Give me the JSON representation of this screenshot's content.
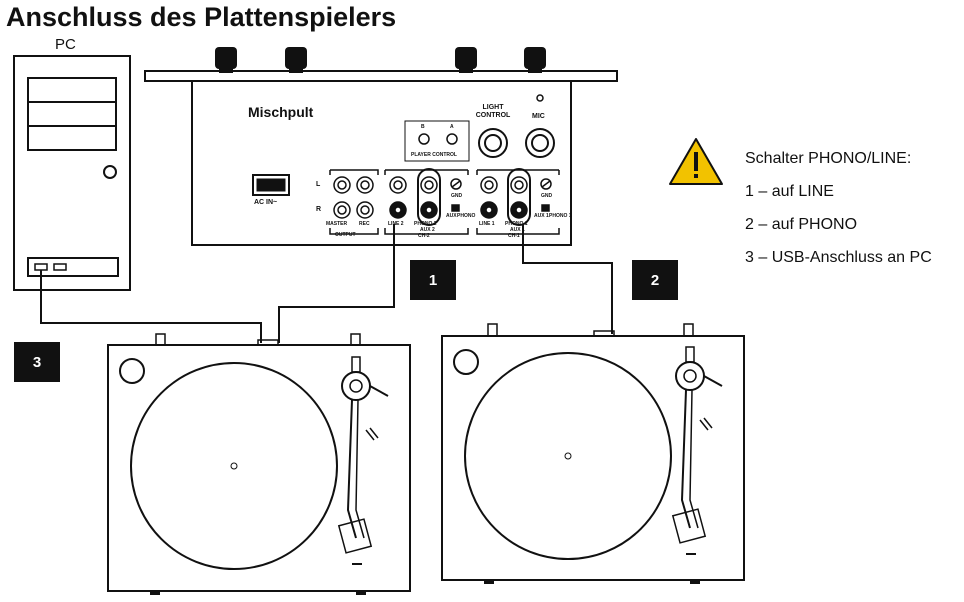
{
  "title": "Anschluss des Plattenspielers",
  "pc": {
    "label": "PC"
  },
  "mixer": {
    "label": "Mischpult",
    "ac_in": "AC IN~",
    "light_control": "LIGHT CONTROL",
    "mic": "MIC",
    "player_control": "PLAYER CONTROL",
    "player_b": "B",
    "player_a": "A",
    "row_l": "L",
    "row_r": "R",
    "master": "MASTER",
    "rec": "REC",
    "output": "OUTPUT",
    "line2": "LINE 2",
    "phono2": "PHONO 2",
    "aux2": "AUX 2",
    "ch2": "CH-2",
    "gnd": "GND",
    "aux_small": "AUX",
    "phono_small": "PHONO",
    "line1": "LINE 1",
    "phono1": "PHONO 1",
    "aux1": "AUX 1",
    "ch1": "CH-1",
    "aux1_small": "AUX 1",
    "phono1_small": "PHONO 1"
  },
  "badges": {
    "one": "1",
    "two": "2",
    "three": "3"
  },
  "legend": {
    "heading": "Schalter PHONO/LINE:",
    "item1": "1 – auf LINE",
    "item2": "2 – auf PHONO",
    "item3": "3 – USB-Anschluss an PC"
  },
  "colors": {
    "warning_yellow": "#f2c200",
    "line": "#111111"
  },
  "icons": [
    "warning-triangle-icon"
  ]
}
